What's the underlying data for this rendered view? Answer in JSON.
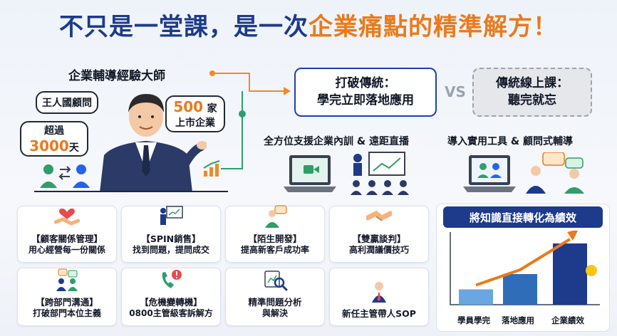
{
  "title": {
    "part1": "不只是一堂課，是一次",
    "part2": "企業痛點的精準解方！"
  },
  "hero": {
    "label": "企業輔導經驗大師",
    "bubble_name": "王人國顧問",
    "bubble_days_line1": "超過",
    "bubble_days_value": "3000",
    "bubble_days_unit": "天",
    "bubble_companies_value": "500",
    "bubble_companies_unit": "家",
    "bubble_companies_line2": "上市企業"
  },
  "compare": {
    "new_line1": "打破傳統：",
    "new_line2": "學完立即落地應用",
    "vs": "VS",
    "old_line1": "傳統線上課：",
    "old_line2": "聽完就忘"
  },
  "features": {
    "left": "全方位支援企業內訓 & 遠距直播",
    "right": "導入實用工具 & 顧問式輔導"
  },
  "courses": [
    {
      "title": "【顧客關係管理】",
      "desc": "用心經營每一份關係",
      "icon": "heart-handshake-icon"
    },
    {
      "title": "【SPIN銷售】",
      "desc": "找到問題，提問成交",
      "icon": "presentation-icon"
    },
    {
      "title": "【陌生開發】",
      "desc": "提高新客戶成功率",
      "icon": "chat-person-icon"
    },
    {
      "title": "【雙贏談判】",
      "desc": "高利潤議價技巧",
      "icon": "handshake-icon"
    },
    {
      "title": "【跨部門溝通】",
      "desc": "打破部門本位主義",
      "icon": "team-chat-icon"
    },
    {
      "title": "【危機變轉機】",
      "desc": "0800主管級客訴解方",
      "icon": "phone-alert-icon"
    },
    {
      "title": "精準問題分析",
      "desc": "與解決",
      "icon": "magnifier-chart-icon"
    },
    {
      "title": "新任主管帶人SOP",
      "desc": "",
      "icon": "manager-icon"
    }
  ],
  "chart_data": {
    "type": "bar",
    "title": "將知識直接轉化為績效",
    "categories": [
      "學員學完",
      "落地應用",
      "企業績效"
    ],
    "values": [
      1,
      2,
      4
    ],
    "colors": [
      "#6aa6e0",
      "#2f6db8",
      "#1e3a8a"
    ]
  },
  "colors": {
    "navy": "#1e3a8a",
    "orange": "#ea7a1b",
    "green": "#2e9e6a"
  }
}
